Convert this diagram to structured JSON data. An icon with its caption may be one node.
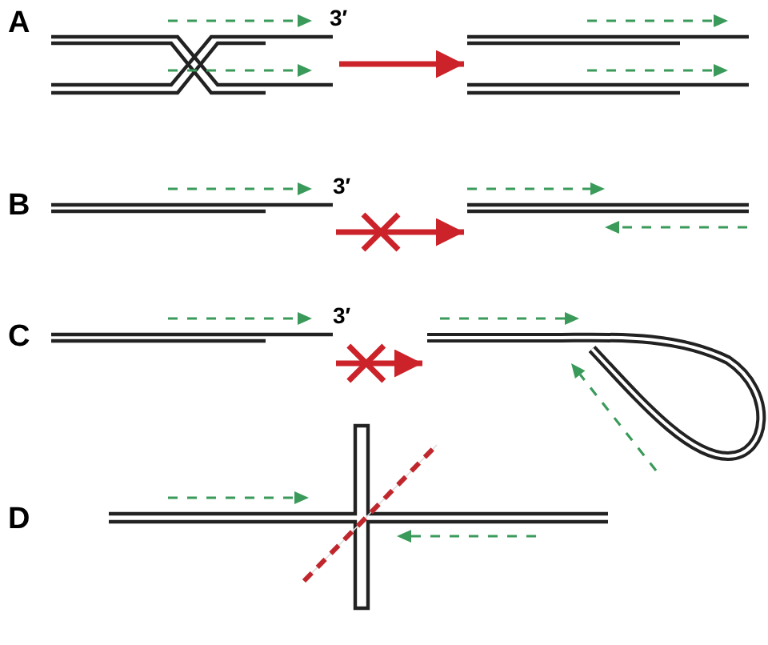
{
  "diagram": {
    "nodes": [
      {
        "text": [],
        "shape": "picture"
      },
      {
        "text": [],
        "shape": "picture"
      },
      {
        "text": [],
        "shape": "picture"
      },
      {
        "text": [],
        "shape": "picture"
      },
      {
        "text": [],
        "shape": "picture"
      },
      {
        "text": [],
        "shape": "picture"
      }
    ],
    "edges": [
      {
        "from": 0,
        "to": 1,
        "arrow": "to",
        "color": "#cc2229"
      },
      {
        "from": 2,
        "to": 3,
        "arrow": "to",
        "color": "#cc2229"
      },
      {
        "from": 4,
        "to": 5,
        "arrow": "to",
        "color": "#cc2229"
      }
    ],
    "labels": [
      "A",
      "3′",
      "B",
      "3′",
      "C",
      "3′",
      "D"
    ]
  }
}
